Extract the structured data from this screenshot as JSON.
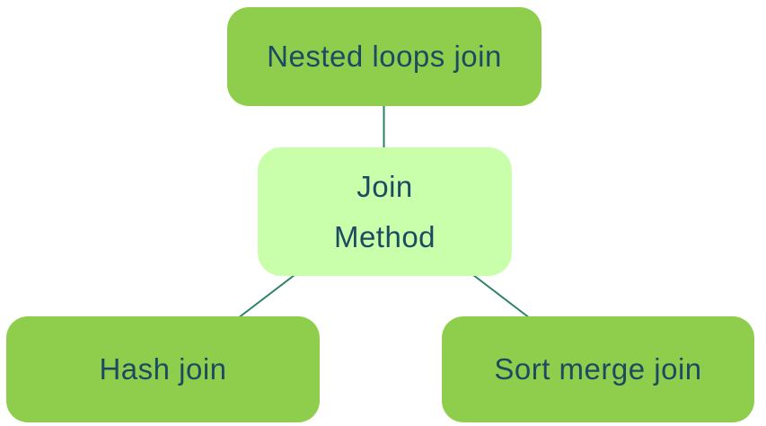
{
  "diagram": {
    "name": "join-method-smartart",
    "type": "hierarchy",
    "center_node": {
      "label_line1": "Join",
      "label_line2": "Method"
    },
    "nodes": [
      {
        "id": "nested-loops-join",
        "label": "Nested loops join",
        "position": "top"
      },
      {
        "id": "hash-join",
        "label": "Hash join",
        "position": "bottom-left"
      },
      {
        "id": "sort-merge-join",
        "label": "Sort merge join",
        "position": "bottom-right"
      }
    ],
    "connections": [
      {
        "from": "join-method",
        "to": "nested-loops-join"
      },
      {
        "from": "join-method",
        "to": "hash-join"
      },
      {
        "from": "join-method",
        "to": "sort-merge-join"
      }
    ],
    "colors": {
      "node_fill": "#8FCE4D",
      "center_fill": "#C9FFAB",
      "text": "#1C4B61",
      "line": "#2A8166",
      "background": "#FFFFFF"
    }
  }
}
